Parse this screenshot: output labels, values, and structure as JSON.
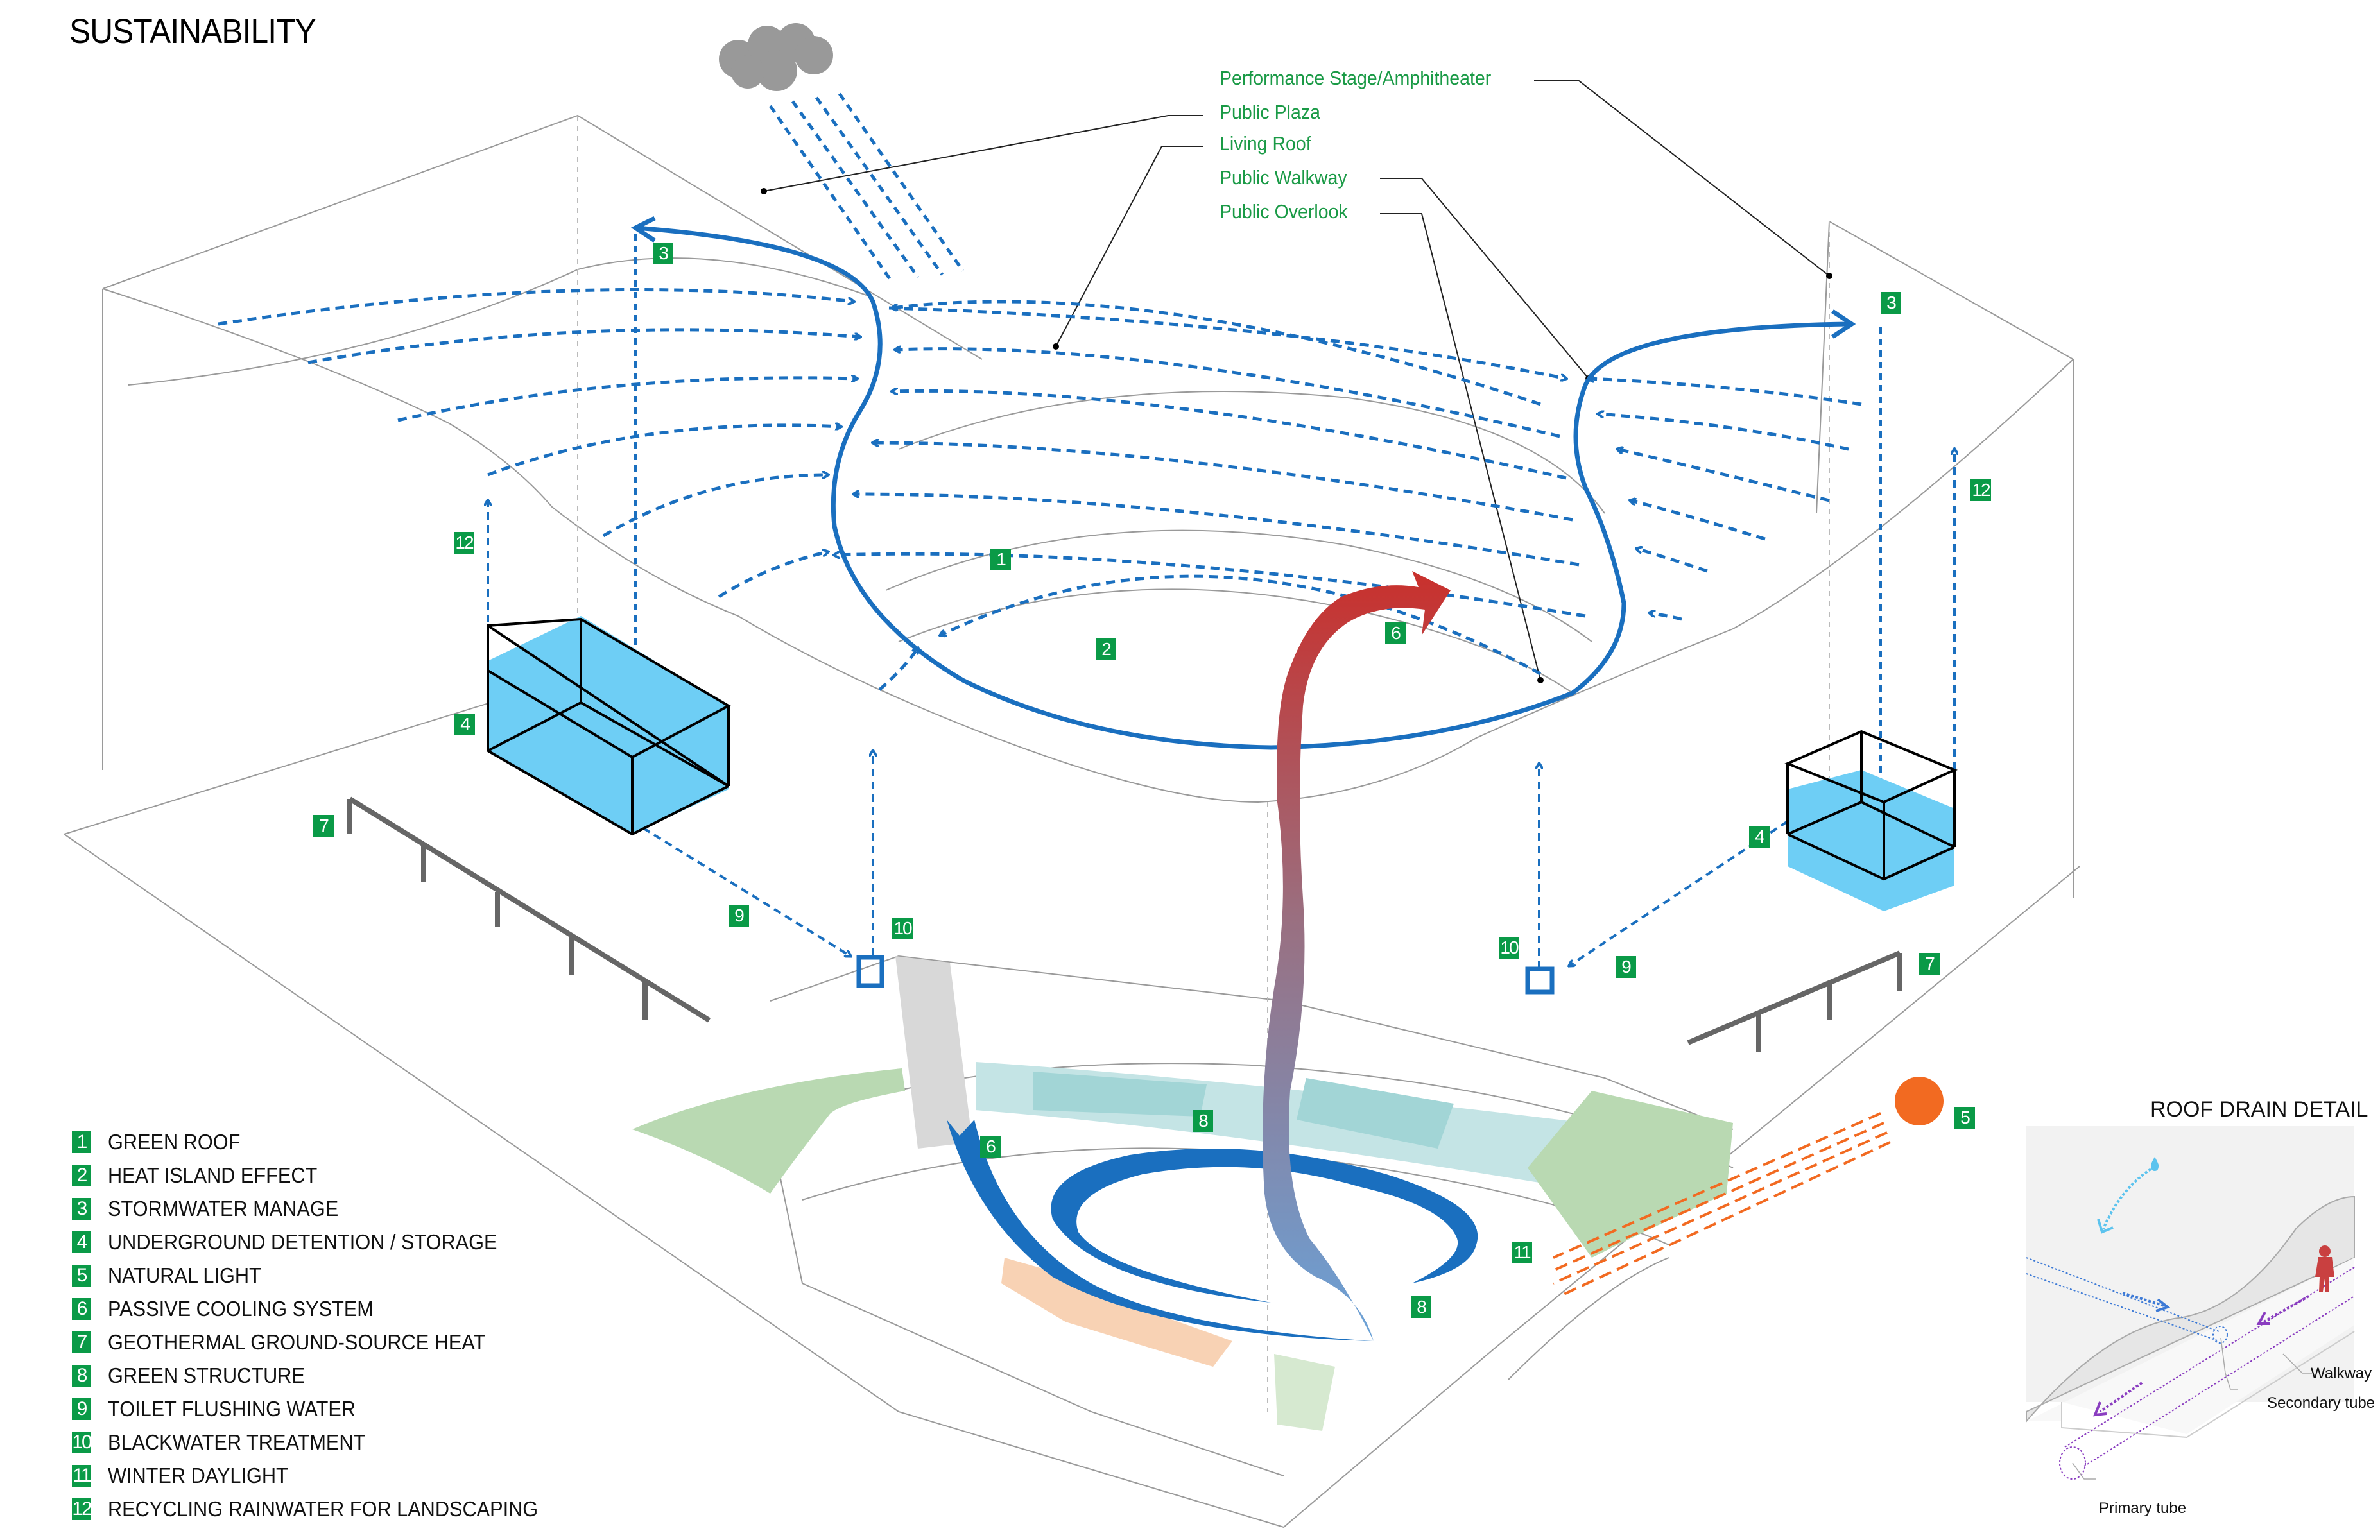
{
  "title": "SUSTAINABILITY",
  "callouts": [
    {
      "label": "Performance Stage/Amphitheater"
    },
    {
      "label": "Public Plaza"
    },
    {
      "label": "Living Roof"
    },
    {
      "label": "Public Walkway"
    },
    {
      "label": "Public Overlook"
    }
  ],
  "legend": [
    {
      "num": "1",
      "label": "GREEN ROOF"
    },
    {
      "num": "2",
      "label": "HEAT ISLAND EFFECT"
    },
    {
      "num": "3",
      "label": "STORMWATER MANAGE"
    },
    {
      "num": "4",
      "label": "UNDERGROUND DETENTION / STORAGE"
    },
    {
      "num": "5",
      "label": "NATURAL LIGHT"
    },
    {
      "num": "6",
      "label": "PASSIVE COOLING SYSTEM"
    },
    {
      "num": "7",
      "label": "GEOTHERMAL GROUND-SOURCE HEAT"
    },
    {
      "num": "8",
      "label": "GREEN STRUCTURE"
    },
    {
      "num": "9",
      "label": "TOILET FLUSHING WATER"
    },
    {
      "num": "10",
      "label": "BLACKWATER TREATMENT"
    },
    {
      "num": "11",
      "label": "WINTER DAYLIGHT"
    },
    {
      "num": "12",
      "label": "RECYCLING RAINWATER FOR LANDSCAPING"
    }
  ],
  "diagram_tags": {
    "t1": "1",
    "t2": "2",
    "t3_left": "3",
    "t3_right": "3",
    "t4_left": "4",
    "t4_right": "4",
    "t5": "5",
    "t6_top": "6",
    "t6_bottom": "6",
    "t7_left": "7",
    "t7_right": "7",
    "t8_top": "8",
    "t8_bottom": "8",
    "t9_left": "9",
    "t9_right": "9",
    "t10_left": "10",
    "t10_right": "10",
    "t11": "11",
    "t12_left": "12",
    "t12_right": "12"
  },
  "roof_drain_detail": {
    "title": "ROOF DRAIN DETAIL",
    "labels": {
      "walkway": "Walkway",
      "secondary_tube": "Secondary tube",
      "primary_tube": "Primary tube"
    }
  },
  "colors": {
    "tag_green": "#0a9a47",
    "callout_green": "#1a9a46",
    "water_blue": "#1a6fbf",
    "tank_fill": "#6ecef5",
    "warm_red": "#d12a2a",
    "sun_orange": "#f26a21",
    "cloud_gray": "#999999",
    "green_surface": "#b9d9b2",
    "teal_surface": "#a2d5d6",
    "peach_surface": "#f8d2b4"
  }
}
